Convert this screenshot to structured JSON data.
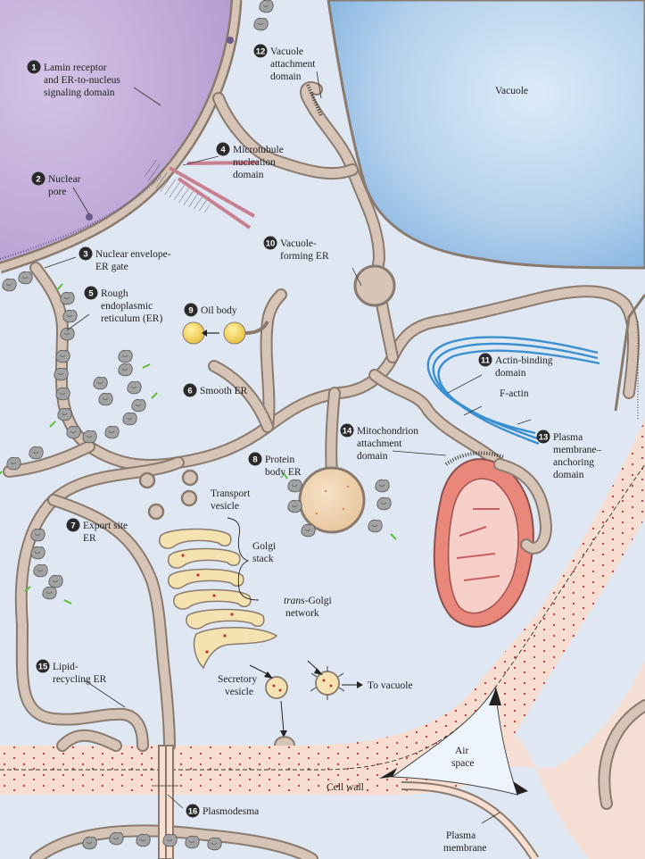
{
  "labels": {
    "l1": {
      "num": "1",
      "text": [
        "Lamin receptor",
        "and ER-to-nucleus",
        "signaling domain"
      ]
    },
    "l2": {
      "num": "2",
      "text": [
        "Nuclear",
        "pore"
      ]
    },
    "l3": {
      "num": "3",
      "text": [
        "Nuclear envelope-",
        "ER gate"
      ]
    },
    "l4": {
      "num": "4",
      "text": [
        "Microtubule",
        "nucleation",
        "domain"
      ]
    },
    "l5": {
      "num": "5",
      "text": [
        "Rough",
        "endoplasmic",
        "reticulum (ER)"
      ]
    },
    "l6": {
      "num": "6",
      "text": [
        "Smooth ER"
      ]
    },
    "l7": {
      "num": "7",
      "text": [
        "Export site",
        "ER"
      ]
    },
    "l8": {
      "num": "8",
      "text": [
        "Protein",
        "body ER"
      ]
    },
    "l9": {
      "num": "9",
      "text": [
        "Oil body"
      ]
    },
    "l10": {
      "num": "10",
      "text": [
        "Vacuole-",
        "forming ER"
      ]
    },
    "l11": {
      "num": "11",
      "text": [
        "Actin-binding",
        "domain"
      ]
    },
    "l12": {
      "num": "12",
      "text": [
        "Vacuole",
        "attachment",
        "domain"
      ]
    },
    "l13": {
      "num": "13",
      "text": [
        "Plasma",
        "membrane–",
        "anchoring",
        "domain"
      ]
    },
    "l14": {
      "num": "14",
      "text": [
        "Mitochondrion",
        "attachment",
        "domain"
      ]
    },
    "l15": {
      "num": "15",
      "text": [
        "Lipid-",
        "recycling ER"
      ]
    },
    "l16": {
      "num": "16",
      "text": [
        "Plasmodesma"
      ]
    }
  },
  "plain_labels": {
    "vacuole": "Vacuole",
    "f_actin": "F-actin",
    "transport_vesicle": [
      "Transport",
      "vesicle"
    ],
    "golgi_stack": [
      "Golgi",
      "stack"
    ],
    "trans_golgi_italic": "trans",
    "trans_golgi_rest": "-Golgi",
    "trans_golgi_network": "network",
    "secretory_vesicle": [
      "Secretory",
      "vesicle"
    ],
    "to_vacuole": "To vacuole",
    "air_space": [
      "Air",
      "space"
    ],
    "cell_wall": "Cell wall",
    "plasma_membrane": [
      "Plasma",
      "membrane"
    ]
  },
  "colors": {
    "cytoplasm": "#dfe7f3",
    "nucleus": "#c7b3dc",
    "vacuole": "#a9c8e8",
    "er_membrane": "#8a7a6e",
    "er_lumen": "#d6c4b7",
    "ribosome": "#9a9a9a",
    "ribosome_tail": "#5cbf3a",
    "golgi": "#f4e3b0",
    "oil_body": "#f2cf52",
    "mitochondrion": "#e8877a",
    "actin": "#3a8fcf",
    "cell_wall": "#f7ded0",
    "wall_dots": "#c0303a"
  }
}
